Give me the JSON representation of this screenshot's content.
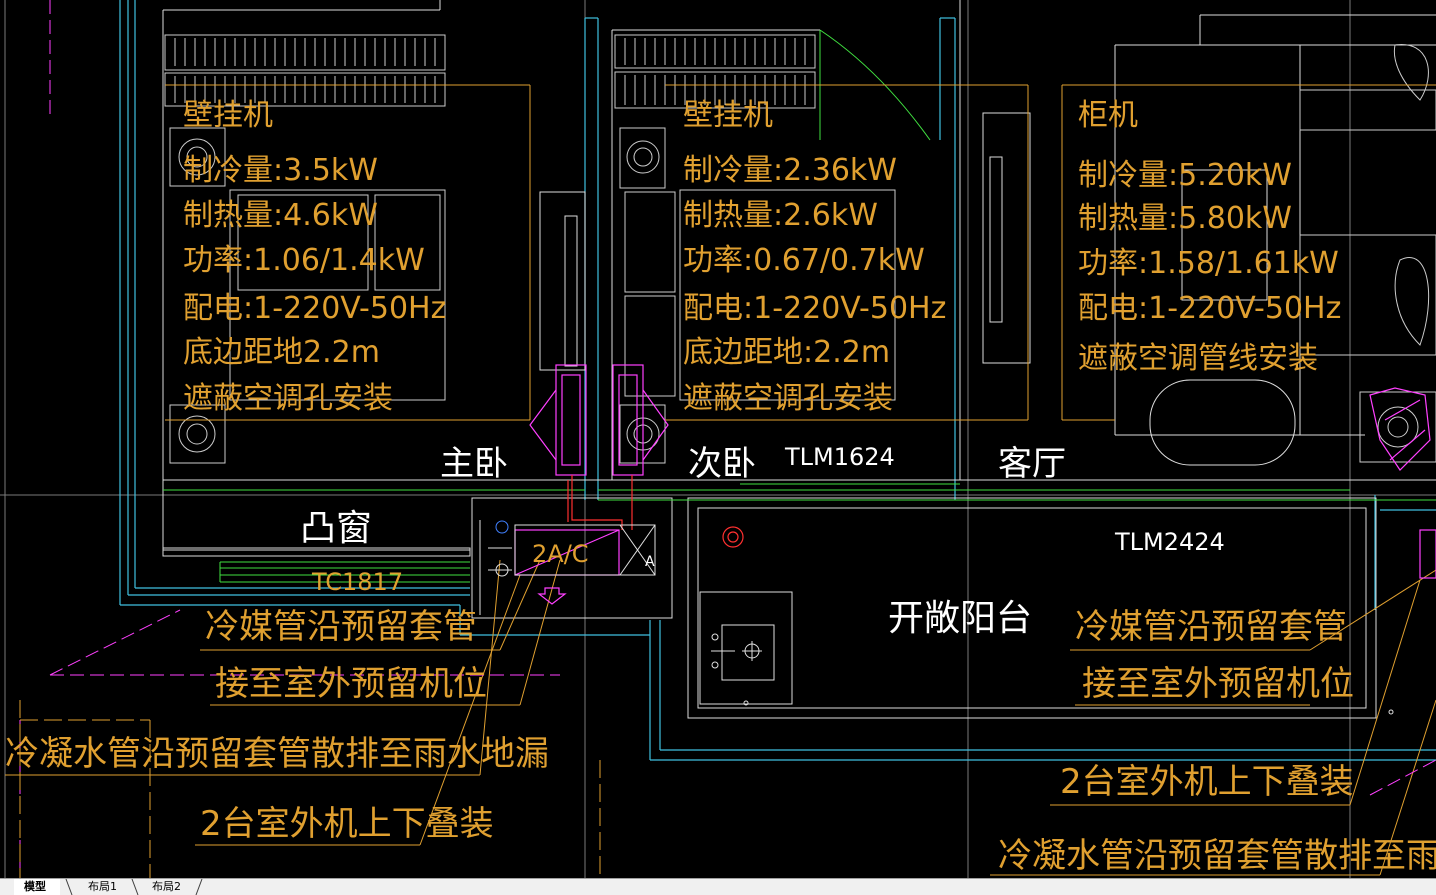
{
  "colors": {
    "background": "#000000",
    "text_orange": "#e0a030",
    "text_white": "#ffffff",
    "line_cyan": "#40c0e0",
    "line_green": "#40e040",
    "line_magenta": "#ff40ff",
    "line_orange": "#e0a030",
    "line_red": "#ff3030"
  },
  "units": [
    {
      "type": "壁挂机",
      "cool": "制冷量:3.5kW",
      "heat": "制热量:4.6kW",
      "power": "功率:1.06/1.4kW",
      "supply": "配电:1-220V-50Hz",
      "height": "底边距地2.2m",
      "install": "遮蔽空调孔安装"
    },
    {
      "type": "壁挂机",
      "cool": "制冷量:2.36kW",
      "heat": "制热量:2.6kW",
      "power": "功率:0.67/0.7kW",
      "supply": "配电:1-220V-50Hz",
      "height": "底边距地:2.2m",
      "install": "遮蔽空调孔安装"
    },
    {
      "type": "柜机",
      "cool": "制冷量:5.20kW",
      "heat": "制热量:5.80kW",
      "power": "功率:1.58/1.61kW",
      "supply": "配电:1-220V-50Hz",
      "install": "遮蔽空调管线安装"
    }
  ],
  "rooms": {
    "master": "主卧",
    "second": "次卧",
    "living": "客厅",
    "bay": "凸窗",
    "balcony": "开敞阳台"
  },
  "tags": {
    "door1": "TLM1624",
    "door2": "TLM2424",
    "window": "TC1817",
    "outdoor": "2A/C",
    "a": "A"
  },
  "notes": {
    "refrig_left_1": "冷媒管沿预留套管",
    "refrig_left_2": "接至室外预留机位",
    "refrig_right_1": "冷媒管沿预留套管",
    "refrig_right_2": "接至室外预留机位",
    "cond_left": "冷凝水管沿预留套管散排至雨水地漏",
    "cond_right": "冷凝水管沿预留套管散排至雨水地漏",
    "stack_left": "2台室外机上下叠装",
    "stack_right": "2台室外机上下叠装"
  },
  "tabs": [
    {
      "label": "模型",
      "active": true
    },
    {
      "label": "布局1"
    },
    {
      "label": "布局2"
    }
  ]
}
